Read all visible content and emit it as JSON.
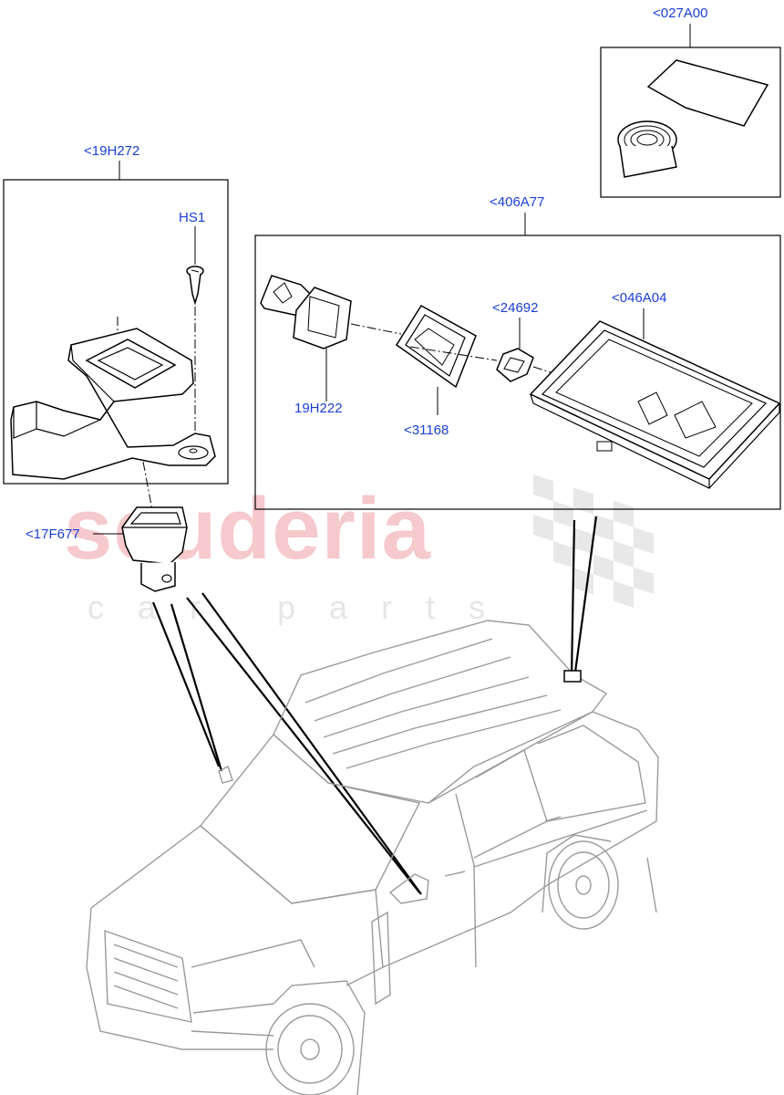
{
  "watermark": {
    "brand": "scuderia",
    "tagline": "car parts"
  },
  "callouts": {
    "c027A00": "<027A00",
    "c19H272": "<19H272",
    "cHS1": "HS1",
    "c406A77": "<406A77",
    "c24692": "<24692",
    "c046A04": "<046A04",
    "c19H222": "19H222",
    "c31168": "<31168",
    "c17F677": "<17F677"
  },
  "colors": {
    "label": "#1a3fd6",
    "line": "#000000",
    "car_outline": "#9a9a9a",
    "watermark": "#f6c9cc"
  }
}
